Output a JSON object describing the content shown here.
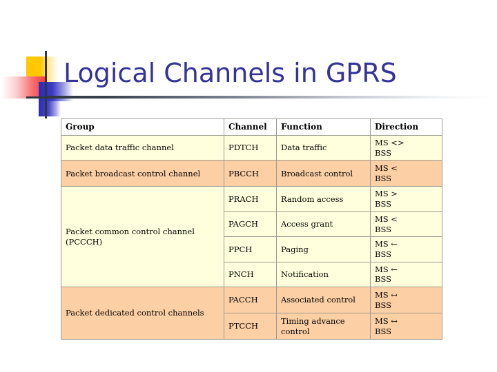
{
  "slide": {
    "title": "Logical Channels in GPRS",
    "title_color": "#333399",
    "background_color": "#FFFFFF",
    "decoration": {
      "yellow_color": "#FFC800",
      "red_color": "#F83A3A",
      "blue_color": "#2B2BB5",
      "crosshair_color": "#2E3640"
    }
  },
  "table": {
    "name": "logical-channels-table",
    "row_colors": {
      "header": "#FFFFFF",
      "plain": "#FFFFDD",
      "highlight": "#FCCFA4"
    },
    "border_color": "#9A9A93",
    "headers": [
      "Group",
      "Channel",
      "Function",
      "Direction"
    ],
    "groups": [
      {
        "label": "Packet data traffic channel",
        "rowspan": 1,
        "highlight": false
      },
      {
        "label": "Packet broadcast control channel",
        "rowspan": 1,
        "highlight": true
      },
      {
        "label": "Packet common control channel (PCCCH)",
        "rowspan": 4,
        "highlight": false
      },
      {
        "label": "Packet dedicated control channels",
        "rowspan": 2,
        "highlight": true
      }
    ],
    "rows": [
      {
        "group_index": 0,
        "channel": "PDTCH",
        "function": "Data traffic",
        "direction": "MS <>\nBSS",
        "direction_arrow": "bidirectional",
        "highlight": false
      },
      {
        "group_index": 1,
        "channel": "PBCCH",
        "function": "Broadcast control",
        "direction": "MS <\nBSS",
        "direction_arrow": "downlink",
        "highlight": true
      },
      {
        "group_index": 2,
        "channel": "PRACH",
        "function": "Random access",
        "direction": "MS    >\nBSS",
        "direction_arrow": "uplink",
        "highlight": false
      },
      {
        "group_index": 2,
        "channel": "PAGCH",
        "function": "Access grant",
        "direction": "MS <\nBSS",
        "direction_arrow": "downlink",
        "highlight": false
      },
      {
        "group_index": 2,
        "channel": "PPCH",
        "function": "Paging",
        "direction": "MS ←\nBSS",
        "direction_arrow": "downlink",
        "highlight": false
      },
      {
        "group_index": 2,
        "channel": "PNCH",
        "function": "Notification",
        "direction": "MS ←\nBSS",
        "direction_arrow": "downlink",
        "highlight": false
      },
      {
        "group_index": 3,
        "channel": "PACCH",
        "function": "Associated control",
        "direction": "MS ↔\nBSS",
        "direction_arrow": "bidirectional",
        "highlight": true
      },
      {
        "group_index": 3,
        "channel": "PTCCH",
        "function": "Timing advance control",
        "direction": "MS ↔\nBSS",
        "direction_arrow": "bidirectional",
        "highlight": true
      }
    ]
  }
}
